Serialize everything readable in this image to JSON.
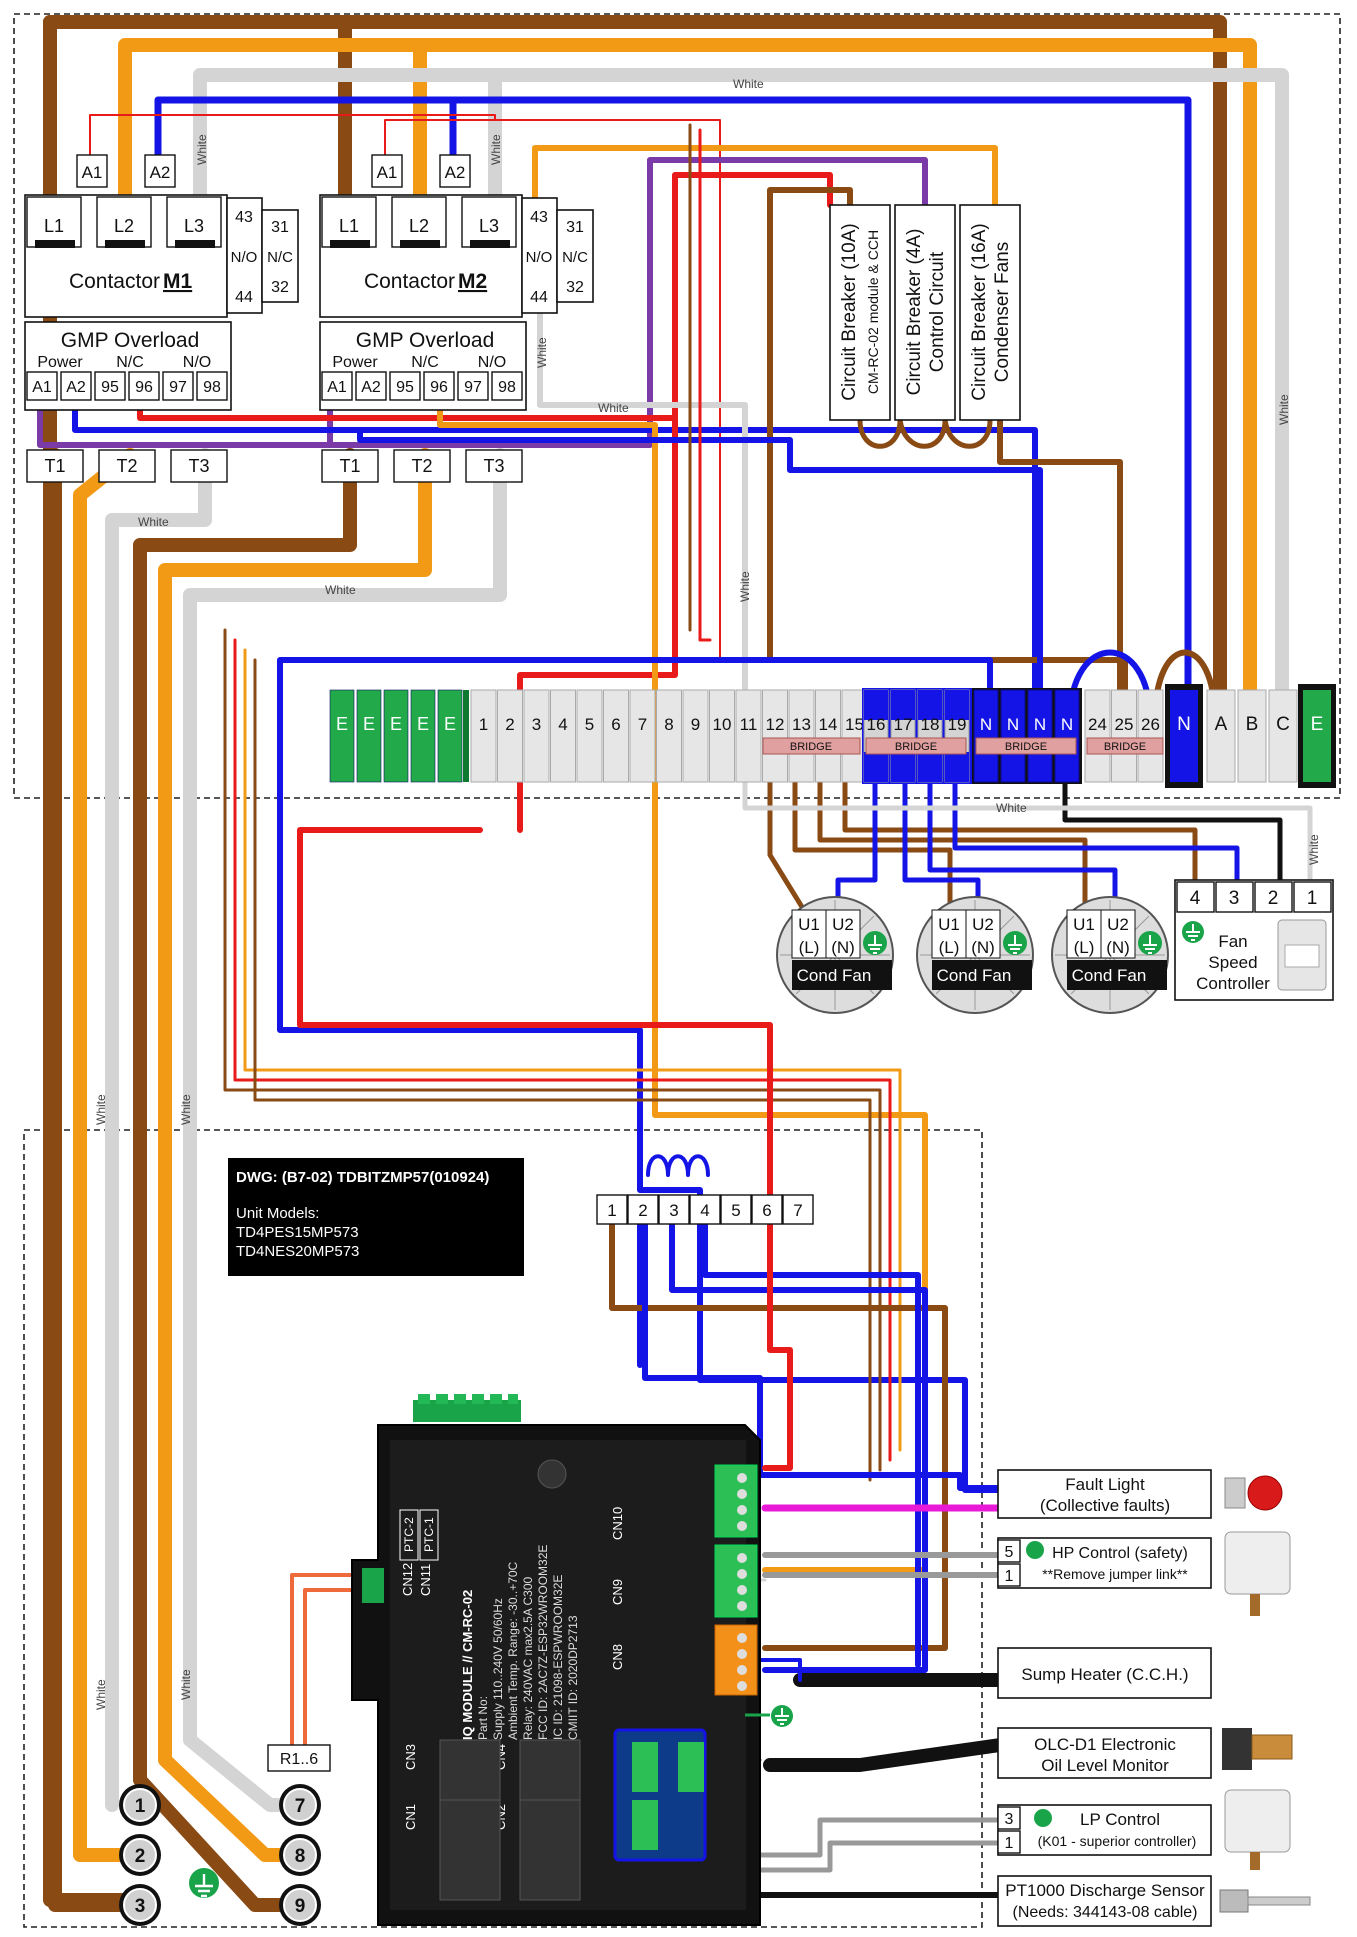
{
  "dwg": {
    "title": "DWG: (B7-02) TDBITZMP57(010924)",
    "models_label": "Unit Models:",
    "models": [
      "TD4PES15MP573",
      "TD4NES20MP573"
    ]
  },
  "wire_labels": {
    "white": "White"
  },
  "contactors": [
    {
      "name": "Contactor",
      "id": "M1",
      "coil": [
        "A1",
        "A2"
      ],
      "poles": [
        "L1",
        "L2",
        "L3"
      ],
      "aux_no": [
        "43",
        "N/O",
        "44"
      ],
      "aux_nc": [
        "31",
        "N/C",
        "32"
      ],
      "outputs": [
        "T1",
        "T2",
        "T3"
      ]
    },
    {
      "name": "Contactor",
      "id": "M2",
      "coil": [
        "A1",
        "A2"
      ],
      "poles": [
        "L1",
        "L2",
        "L3"
      ],
      "aux_no": [
        "43",
        "N/O",
        "44"
      ],
      "aux_nc": [
        "31",
        "N/C",
        "32"
      ],
      "outputs": [
        "T1",
        "T2",
        "T3"
      ]
    }
  ],
  "overload": {
    "title": "GMP Overload",
    "groups": [
      "Power",
      "N/C",
      "N/O"
    ],
    "terminals": [
      "A1",
      "A2",
      "95",
      "96",
      "97",
      "98"
    ]
  },
  "breakers": [
    {
      "title": "Circuit Breaker (10A)",
      "sub": "CM-RC-02 module & CCH"
    },
    {
      "title": "Circuit Breaker (4A)",
      "sub": "Control Circuit"
    },
    {
      "title": "Circuit Breaker (16A)",
      "sub": "Condenser Fans"
    }
  ],
  "terminal_strip": {
    "earth": [
      "E",
      "E",
      "E",
      "E",
      "E"
    ],
    "terms": [
      "1",
      "2",
      "3",
      "4",
      "5",
      "6",
      "7",
      "8",
      "9",
      "10",
      "11",
      "12",
      "13",
      "14",
      "15"
    ],
    "blue_terms": [
      "16",
      "17",
      "18",
      "19"
    ],
    "neutrals": [
      "N",
      "N",
      "N",
      "N"
    ],
    "grey2": [
      "24",
      "25",
      "26"
    ],
    "main_n": "N",
    "phases": [
      "A",
      "B",
      "C"
    ],
    "main_e": "E",
    "bridge": "BRIDGE"
  },
  "fans": [
    {
      "u1": "U1",
      "u2": "U2",
      "l": "(L)",
      "n": "(N)",
      "label": "Cond Fan"
    },
    {
      "u1": "U1",
      "u2": "U2",
      "l": "(L)",
      "n": "(N)",
      "label": "Cond Fan"
    },
    {
      "u1": "U1",
      "u2": "U2",
      "l": "(L)",
      "n": "(N)",
      "label": "Cond Fan"
    }
  ],
  "fan_speed": {
    "terms": [
      "4",
      "3",
      "2",
      "1"
    ],
    "label": [
      "Fan",
      "Speed",
      "Controller"
    ]
  },
  "junction": {
    "terms": [
      "1",
      "2",
      "3",
      "4",
      "5",
      "6",
      "7"
    ]
  },
  "module": {
    "info": [
      "IQ MODULE // CM-RC-02",
      "Part No:",
      "Supply 110..240V 50/60Hz",
      "Ambient Temp. Range: -30..+70C",
      "Relay: 240VAC max2.5A  C300",
      "FCC ID: 2AC7Z-ESP32WROOM32E",
      "IC ID: 21098-ESPWROOM32E",
      "CMIIT ID: 2020DP2713"
    ],
    "connectors": [
      "CN10",
      "CN9",
      "CN8",
      "CN3",
      "CN4",
      "CN1",
      "CN2",
      "CN12",
      "CN11"
    ],
    "ptc": [
      "PTC-2",
      "PTC-1"
    ],
    "r_label": "R1..6"
  },
  "devices": [
    {
      "id": "fault",
      "lines": [
        "Fault Light",
        "(Collective faults)"
      ]
    },
    {
      "id": "hp",
      "terms": [
        "5",
        "1"
      ],
      "lines": [
        "HP Control (safety)",
        "**Remove jumper link**"
      ]
    },
    {
      "id": "sump",
      "lines": [
        "Sump Heater (C.C.H.)"
      ]
    },
    {
      "id": "olc",
      "lines": [
        "OLC-D1 Electronic",
        "Oil Level Monitor"
      ]
    },
    {
      "id": "lp",
      "terms": [
        "3",
        "1"
      ],
      "lines": [
        "LP Control",
        "(K01 - superior  controller)"
      ]
    },
    {
      "id": "pt1000",
      "lines": [
        "PT1000 Discharge Sensor",
        "(Needs: 344143-08 cable)"
      ]
    }
  ],
  "compressor_terms": [
    "1",
    "2",
    "3",
    "7",
    "8",
    "9"
  ],
  "colors": {
    "brown": "#8a4a14",
    "orange": "#f29a16",
    "grey": "#d4d4d4",
    "blue": "#1414e6",
    "red": "#e81a1a",
    "purple": "#7a3aa8",
    "green": "#1aa44a",
    "magenta": "#e81ad8",
    "black": "#111111"
  }
}
